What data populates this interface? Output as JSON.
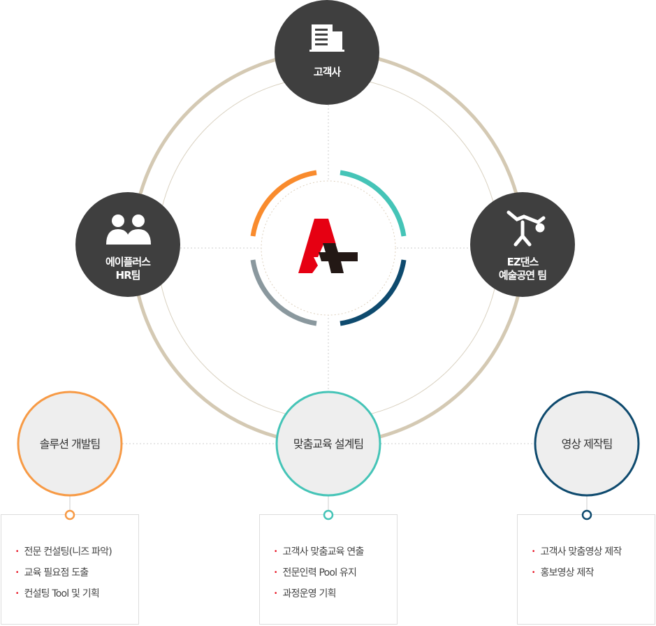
{
  "logo": {
    "text": "A+"
  },
  "nodes": {
    "client": {
      "label": "고객사",
      "icon": "building-icon"
    },
    "hr": {
      "line1": "에이플러스",
      "line2": "HR팀",
      "icon": "people-icon"
    },
    "dance": {
      "line1": "EZ댄스",
      "line2": "예술공연 팀",
      "icon": "dancer-icon"
    },
    "solution": {
      "label": "솔루션 개발팀",
      "color": "#f79a45"
    },
    "design": {
      "label": "맞춤교육 설계팀",
      "color": "#45c4b7"
    },
    "video": {
      "label": "영상 제작팀",
      "color": "#0e4a6e"
    }
  },
  "boxes": {
    "solution": [
      "전문 컨설팅(니즈 파악)",
      "교육 필요점 도출",
      "컨설팅 Tool 및 기획"
    ],
    "design": [
      "고객사 맞춤교육 연출",
      "전문인력 Pool 유지",
      "과정운영 기획"
    ],
    "video": [
      "고객사 맞춤영상 제작",
      "홍보영상 제작"
    ]
  },
  "colors": {
    "dark": "#3f3f3f",
    "ring": "#d4c9b3",
    "orange": "#f98b2d",
    "teal": "#45c4b7",
    "navy": "#0e4a6e",
    "gray": "#8a989e",
    "red": "#e60012"
  }
}
